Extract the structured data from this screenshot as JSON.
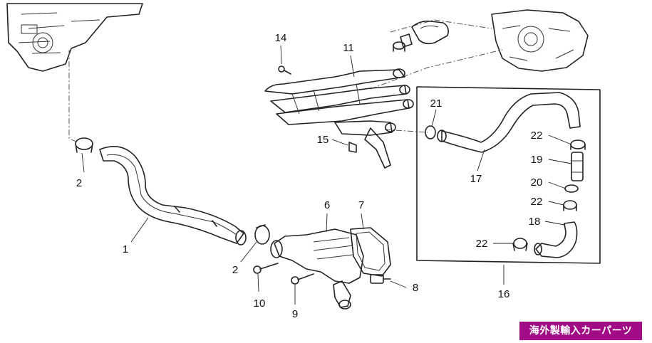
{
  "callouts": [
    {
      "id": "c1",
      "text": "1"
    },
    {
      "id": "c2a",
      "text": "2"
    },
    {
      "id": "c2b",
      "text": "2"
    },
    {
      "id": "c6",
      "text": "6"
    },
    {
      "id": "c7",
      "text": "7"
    },
    {
      "id": "c8",
      "text": "8"
    },
    {
      "id": "c9",
      "text": "9"
    },
    {
      "id": "c10",
      "text": "10"
    },
    {
      "id": "c11",
      "text": "11"
    },
    {
      "id": "c14",
      "text": "14"
    },
    {
      "id": "c15",
      "text": "15"
    },
    {
      "id": "c16",
      "text": "16"
    },
    {
      "id": "c17",
      "text": "17"
    },
    {
      "id": "c18",
      "text": "18"
    },
    {
      "id": "c19",
      "text": "19"
    },
    {
      "id": "c20",
      "text": "20"
    },
    {
      "id": "c21",
      "text": "21"
    },
    {
      "id": "c22a",
      "text": "22"
    },
    {
      "id": "c22b",
      "text": "22"
    },
    {
      "id": "c22c",
      "text": "22"
    }
  ],
  "watermark": "海外製輸入カーパーツ"
}
